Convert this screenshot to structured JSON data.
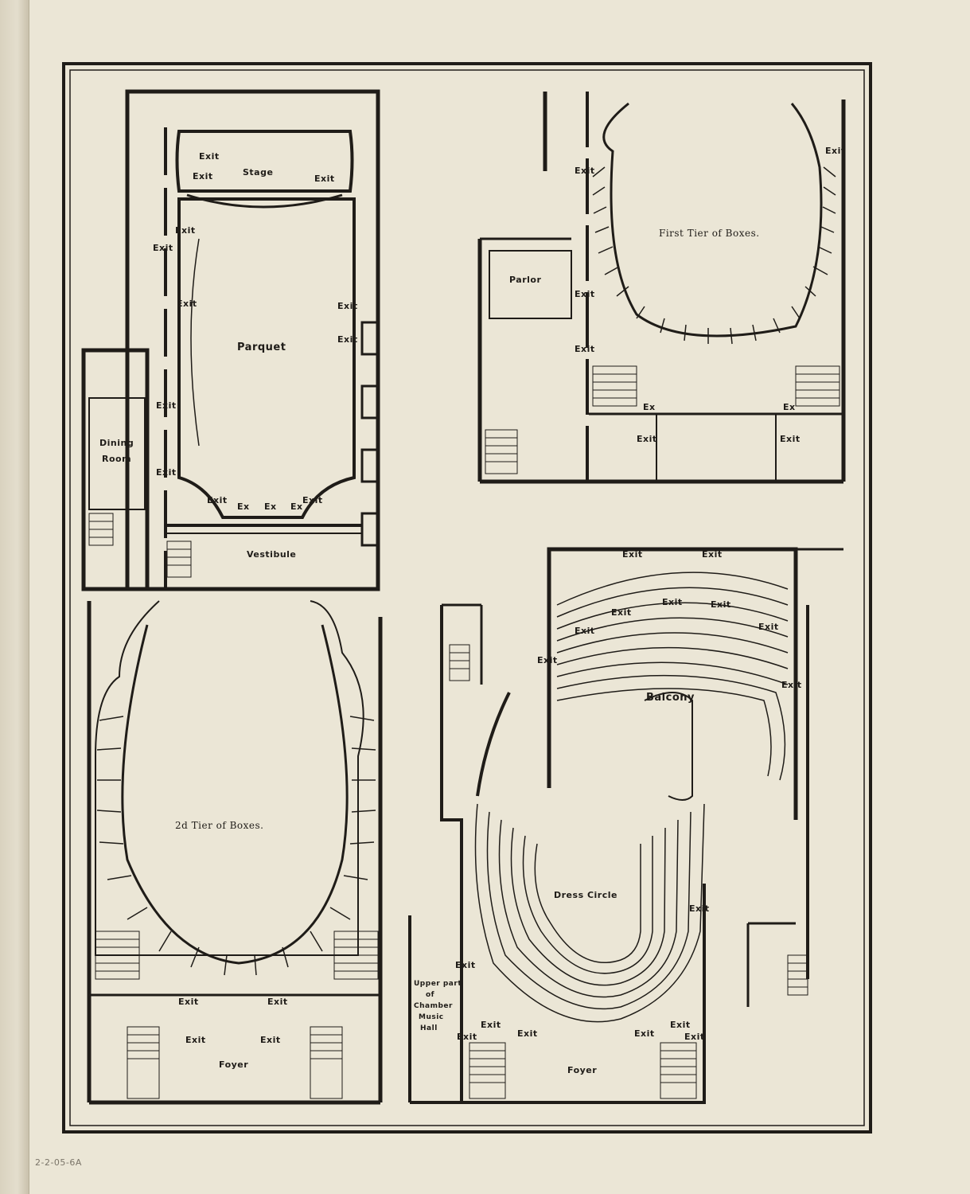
{
  "margin_inscription": "2-2-05-6A",
  "plans": {
    "parquet": {
      "room_title": "Parquet",
      "labels": {
        "stage": "Stage",
        "vestibule": "Vestibule",
        "dining": "Dining",
        "room": "Room",
        "exit": "Exit",
        "ex": "Ex"
      }
    },
    "first_tier": {
      "room_title": "First Tier of Boxes.",
      "labels": {
        "parlor": "Parlor",
        "exit": "Exit",
        "ex": "Ex"
      }
    },
    "second_tier": {
      "room_title": "2d Tier of Boxes.",
      "labels": {
        "foyer": "Foyer",
        "exit": "Exit"
      }
    },
    "balcony_dress": {
      "balcony_title": "Balcony",
      "dress_circle_title": "Dress Circle",
      "labels": {
        "foyer": "Foyer",
        "exit": "Exit",
        "chamber_line1": "Upper part",
        "chamber_line2": "of",
        "chamber_line3": "Chamber",
        "chamber_line4": "Music",
        "chamber_line5": "Hall"
      }
    }
  }
}
